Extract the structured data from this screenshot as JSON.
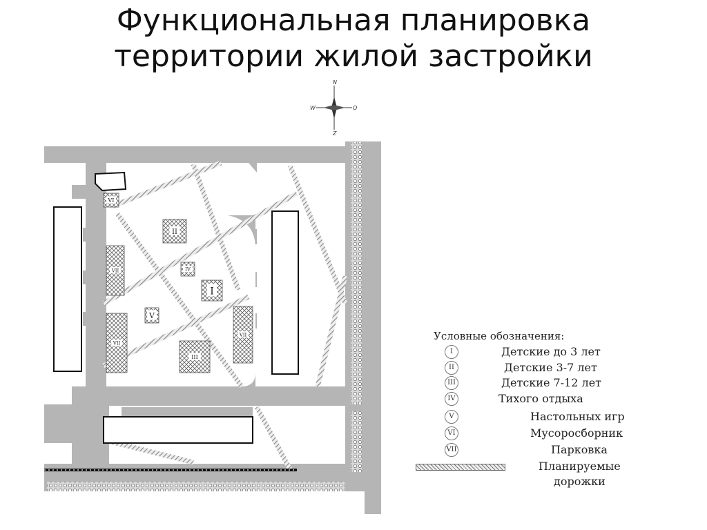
{
  "title": {
    "line1": "Функциональная планировка",
    "line2": "территории жилой застройки"
  },
  "compass": {
    "n": "N",
    "w": "W",
    "e": "O",
    "s": "Z"
  },
  "plan": {
    "area_markers": [
      {
        "id": "I",
        "label": "I"
      },
      {
        "id": "II",
        "label": "II"
      },
      {
        "id": "III",
        "label": "III"
      },
      {
        "id": "IV",
        "label": "IV"
      },
      {
        "id": "V",
        "label": "V"
      },
      {
        "id": "VI",
        "label": "VI"
      },
      {
        "id": "VII-a",
        "label": "VII"
      },
      {
        "id": "VII-b",
        "label": "VII"
      },
      {
        "id": "VII-c",
        "label": "VII"
      }
    ]
  },
  "legend": {
    "title": "Условные обозначения:",
    "items": [
      {
        "symbol": "I",
        "label": "Детские до 3 лет"
      },
      {
        "symbol": "II",
        "label": "Детские 3-7 лет"
      },
      {
        "symbol": "III",
        "label": "Детские 7-12 лет"
      },
      {
        "symbol": "IV",
        "label": "Тихого отдыха"
      },
      {
        "symbol": "V",
        "label": "Настольных игр"
      },
      {
        "symbol": "VI",
        "label": "Мусоросборник"
      },
      {
        "symbol": "VII",
        "label": "Парковка"
      }
    ],
    "paths": {
      "line1": "Планируемые",
      "line2": "дорожки"
    }
  },
  "colors": {
    "road": "#b5b5b5",
    "hatch": "#8a8a8a",
    "building": "#ffffff",
    "text": "#111111"
  }
}
